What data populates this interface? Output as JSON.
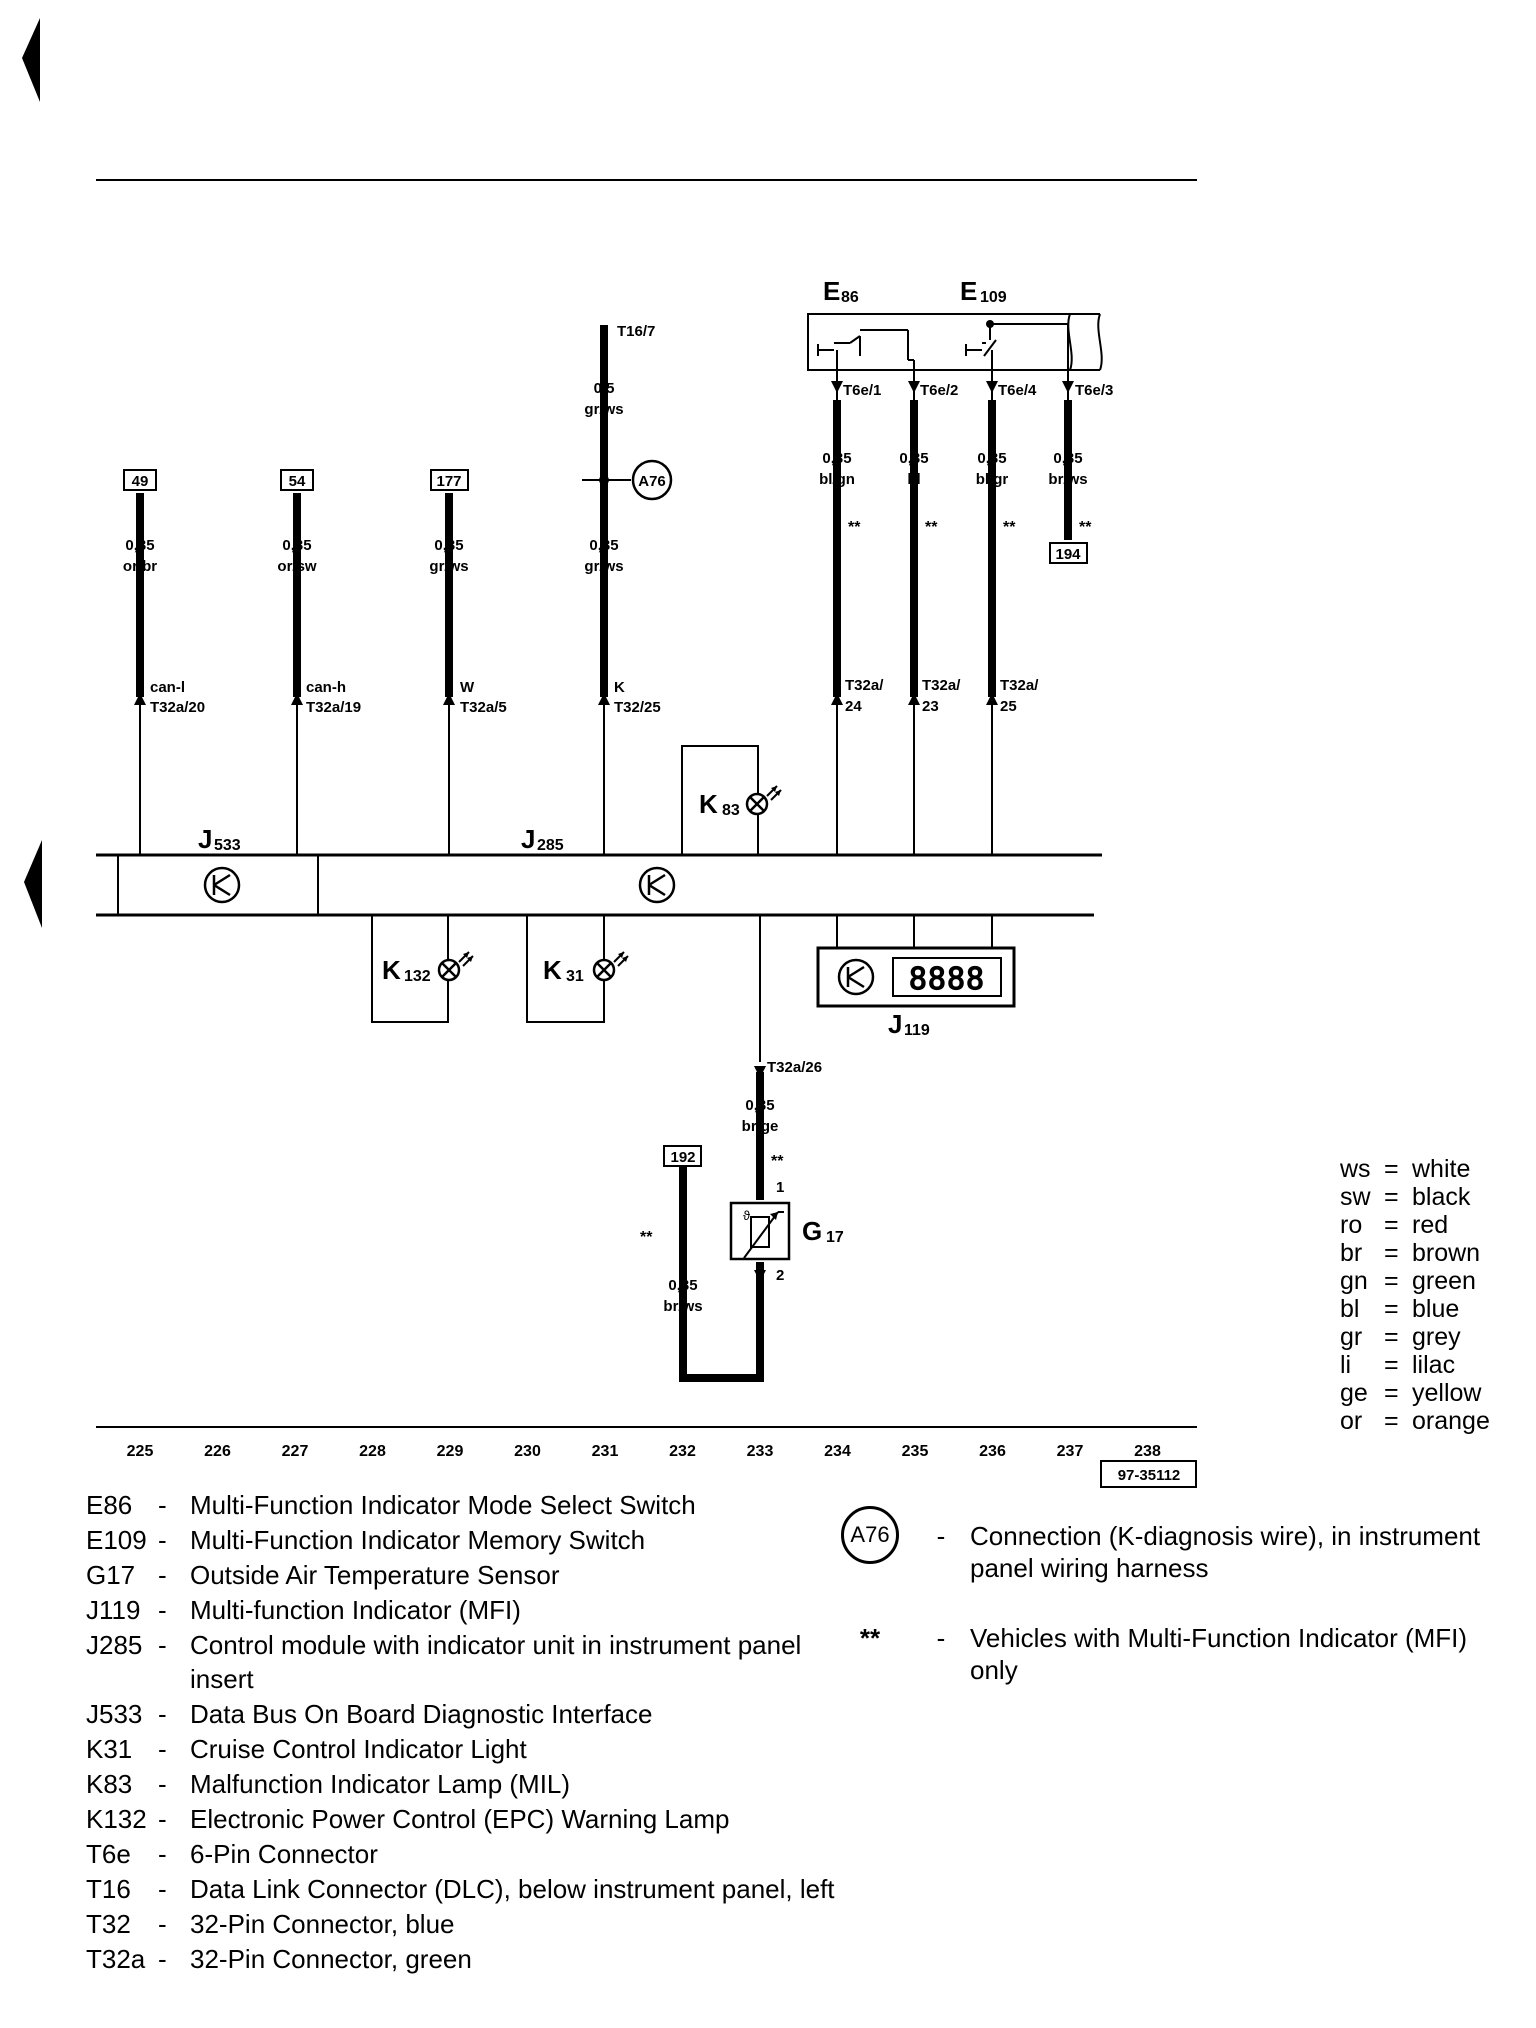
{
  "diagram": {
    "figure_id": "97-35112",
    "columns": [
      "225",
      "226",
      "227",
      "228",
      "229",
      "230",
      "231",
      "232",
      "233",
      "234",
      "235",
      "236",
      "237",
      "238"
    ],
    "components": {
      "e86": "E",
      "e86_sub": "86",
      "e109": "E",
      "e109_sub": "109",
      "j533": "J",
      "j533_sub": "533",
      "j285": "J",
      "j285_sub": "285",
      "j119": "J",
      "j119_sub": "119",
      "k83": "K",
      "k83_sub": "83",
      "k132": "K",
      "k132_sub": "132",
      "k31": "K",
      "k31_sub": "31",
      "g17": "G",
      "g17_sub": "17",
      "display_digits": "8888",
      "theta": "ϑ"
    },
    "ground_refs": {
      "r49": "49",
      "r54": "54",
      "r177": "177",
      "r194": "194",
      "r192": "192"
    },
    "connection_label": "A76",
    "t16_label": "T16/7",
    "wires": {
      "w225": {
        "size": "0,35",
        "color": "or/br",
        "sig": "can-l",
        "pin": "T32a/20"
      },
      "w227": {
        "size": "0,35",
        "color": "or/sw",
        "sig": "can-h",
        "pin": "T32a/19"
      },
      "w229": {
        "size": "0,35",
        "color": "gr/ws",
        "sig": "W",
        "pin": "T32a/5"
      },
      "w231_top": {
        "size": "0,5",
        "color": "gr/ws"
      },
      "w231": {
        "size": "0,35",
        "color": "gr/ws",
        "sig": "K",
        "pin": "T32/25"
      },
      "w234": {
        "size": "0,35",
        "color": "bl/gn",
        "top": "T6e/1",
        "pin1": "T32a/",
        "pin2": "24"
      },
      "w235": {
        "size": "0,35",
        "color": "bl",
        "top": "T6e/2",
        "pin1": "T32a/",
        "pin2": "23"
      },
      "w236": {
        "size": "0,35",
        "color": "bl/gr",
        "top": "T6e/4",
        "pin1": "T32a/",
        "pin2": "25"
      },
      "w237": {
        "size": "0,35",
        "color": "br/ws",
        "top": "T6e/3"
      },
      "w233": {
        "size": "0,35",
        "color": "br/ge",
        "pin": "T32a/26"
      },
      "w232": {
        "size": "0,35",
        "color": "br/ws"
      },
      "g17_pin1": "1",
      "g17_pin2": "2",
      "stars": "**"
    }
  },
  "color_key": [
    {
      "abbr": "ws",
      "eq": "=",
      "name": "white"
    },
    {
      "abbr": "sw",
      "eq": "=",
      "name": "black"
    },
    {
      "abbr": "ro",
      "eq": "=",
      "name": "red"
    },
    {
      "abbr": "br",
      "eq": "=",
      "name": "brown"
    },
    {
      "abbr": "gn",
      "eq": "=",
      "name": "green"
    },
    {
      "abbr": "bl",
      "eq": "=",
      "name": "blue"
    },
    {
      "abbr": "gr",
      "eq": "=",
      "name": "grey"
    },
    {
      "abbr": "li",
      "eq": "=",
      "name": "lilac"
    },
    {
      "abbr": "ge",
      "eq": "=",
      "name": "yellow"
    },
    {
      "abbr": "or",
      "eq": "=",
      "name": "orange"
    }
  ],
  "legend": [
    {
      "code": "E86",
      "dash": "-",
      "desc": "Multi-Function Indicator Mode Select Switch"
    },
    {
      "code": "E109",
      "dash": "-",
      "desc": "Multi-Function Indicator Memory Switch"
    },
    {
      "code": "G17",
      "dash": "-",
      "desc": "Outside Air Temperature Sensor"
    },
    {
      "code": "J119",
      "dash": "-",
      "desc": "Multi-function Indicator (MFI)"
    },
    {
      "code": "J285",
      "dash": "-",
      "desc": "Control module with indicator unit in instrument panel insert"
    },
    {
      "code": "J533",
      "dash": "-",
      "desc": "Data Bus On Board Diagnostic Interface"
    },
    {
      "code": "K31",
      "dash": "-",
      "desc": "Cruise Control Indicator Light"
    },
    {
      "code": "K83",
      "dash": "-",
      "desc": "Malfunction Indicator Lamp (MIL)"
    },
    {
      "code": "K132",
      "dash": "-",
      "desc": "Electronic Power Control (EPC) Warning Lamp"
    },
    {
      "code": "T6e",
      "dash": "-",
      "desc": "6-Pin Connector"
    },
    {
      "code": "T16",
      "dash": "-",
      "desc": "Data Link Connector (DLC), below instrument panel, left"
    },
    {
      "code": "T32",
      "dash": "-",
      "desc": "32-Pin Connector, blue"
    },
    {
      "code": "T32a",
      "dash": "-",
      "desc": "32-Pin Connector, green"
    }
  ],
  "notes": [
    {
      "key": "A76",
      "dash": "-",
      "desc": "Connection (K-diagnosis wire), in instrument panel wiring harness"
    },
    {
      "key": "**",
      "dash": "-",
      "desc": "Vehicles with Multi-Function Indicator (MFI) only"
    }
  ]
}
